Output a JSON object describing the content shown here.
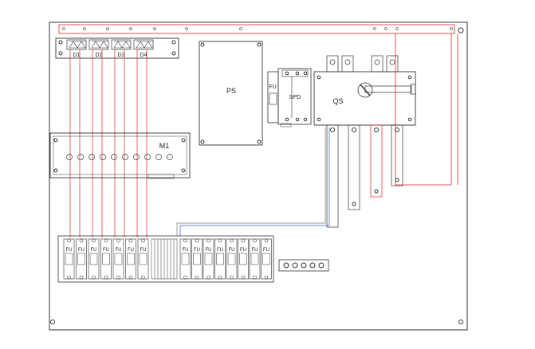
{
  "diagnostics": {
    "diodes": [
      {
        "label": "D1"
      },
      {
        "label": "D2"
      },
      {
        "label": "D3"
      },
      {
        "label": "D4"
      }
    ]
  },
  "components": {
    "power_supply_label": "PS",
    "spd_label": "SPD",
    "spd_fuse_label": "FU",
    "switch_label": "QS",
    "meter_label": "M1"
  },
  "terminal_block": {
    "fuse_label": "FU",
    "left_fuse_count": 7,
    "right_fuse_count": 8
  },
  "colors": {
    "line": "#333333",
    "red_wire": "#d9262c",
    "blue_wire": "#3355aa"
  }
}
